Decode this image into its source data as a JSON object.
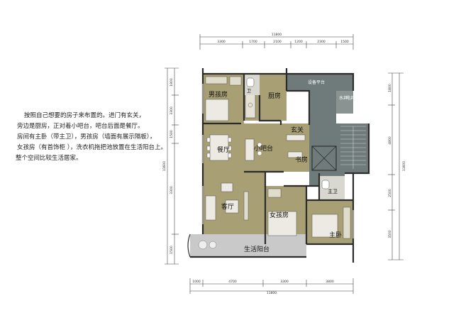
{
  "description": {
    "lines": [
      "按照自己想要的房子来布置的。进门有玄关，",
      "旁边是厨房，正对着小吧台，吧台后面是餐厅。",
      "房间有主卧（带主卫），男孩房（墙面有展示隔板），",
      "女孩房（有首饰柜 ），洗衣机拖把池放置在生活阳台上。",
      "整个空间比较生活居家。"
    ]
  },
  "rooms": {
    "boy_room": "男孩房",
    "kitchen": "厨房",
    "bathroom_small": "卫",
    "service_balcony": "设备平台",
    "well_water": "水井",
    "well_elec": "电井",
    "dining": "餐厅",
    "bar": "小吧台",
    "foyer": "玄关",
    "study": "书房",
    "living": "客厅",
    "girl_room": "女孩房",
    "master_bath": "主卫",
    "master_bed": "主卧",
    "life_balcony": "生活阳台"
  },
  "dimensions": {
    "top_total": "11800",
    "top_segments": [
      "3300",
      "1700",
      "2100",
      "1200",
      "2300",
      "1500"
    ],
    "bottom_total": "11800",
    "bottom_segments": [
      "1000",
      "4700",
      "3300",
      "3800"
    ],
    "left_total": "11600",
    "left_segments": [
      "1800",
      "3300",
      "1500",
      "3300",
      "1500"
    ],
    "right_total": "11600",
    "right_segments": [
      "1800",
      "4800",
      "2500",
      "3500"
    ]
  },
  "colors": {
    "room_tan": "#a89f74",
    "wall": "#2b2b2b",
    "stair_gray": "#6f7b7b",
    "balcony_gray": "#c9c9c9",
    "bath_tile": "#d8d8d0"
  }
}
